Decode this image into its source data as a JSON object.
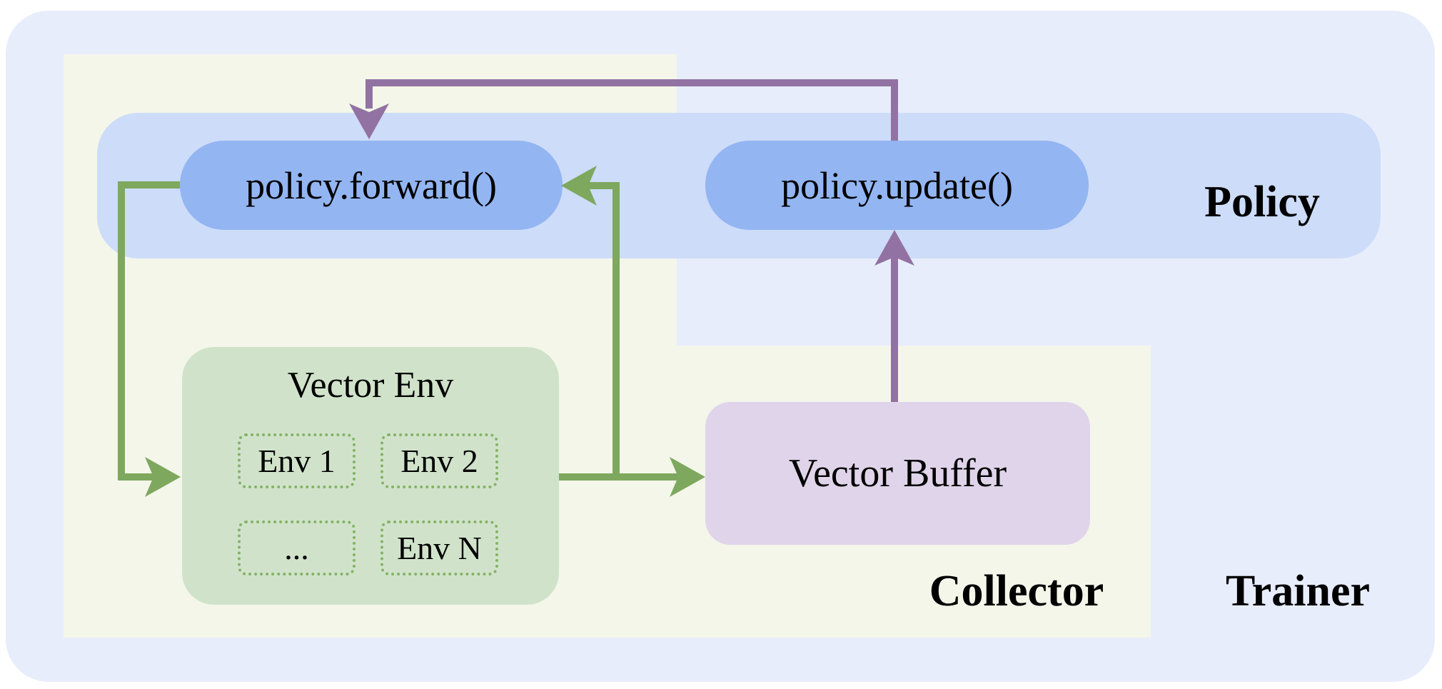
{
  "diagram": {
    "regions": {
      "policy_label": "Policy",
      "collector_label": "Collector",
      "trainer_label": "Trainer"
    },
    "nodes": {
      "policy_forward": "policy.forward()",
      "policy_update": "policy.update()",
      "vector_env_title": "Vector Env",
      "vector_buffer": "Vector Buffer",
      "envs": [
        "Env 1",
        "Env 2",
        "...",
        "Env N"
      ]
    },
    "colors": {
      "page_bg": "#ffffff",
      "trainer_bg": "#e8edfc",
      "policy_band_bg": "#cddcf8",
      "pill_bg": "#93b5f2",
      "collector_bg": "#f3f6e9",
      "env_box_bg": "#d0e3ca",
      "env_dotted_border": "#84b266",
      "buffer_bg": "#e0d4ea",
      "arrow_green": "#7ea85e",
      "arrow_purple": "#9272a2",
      "text": "#000000"
    }
  }
}
